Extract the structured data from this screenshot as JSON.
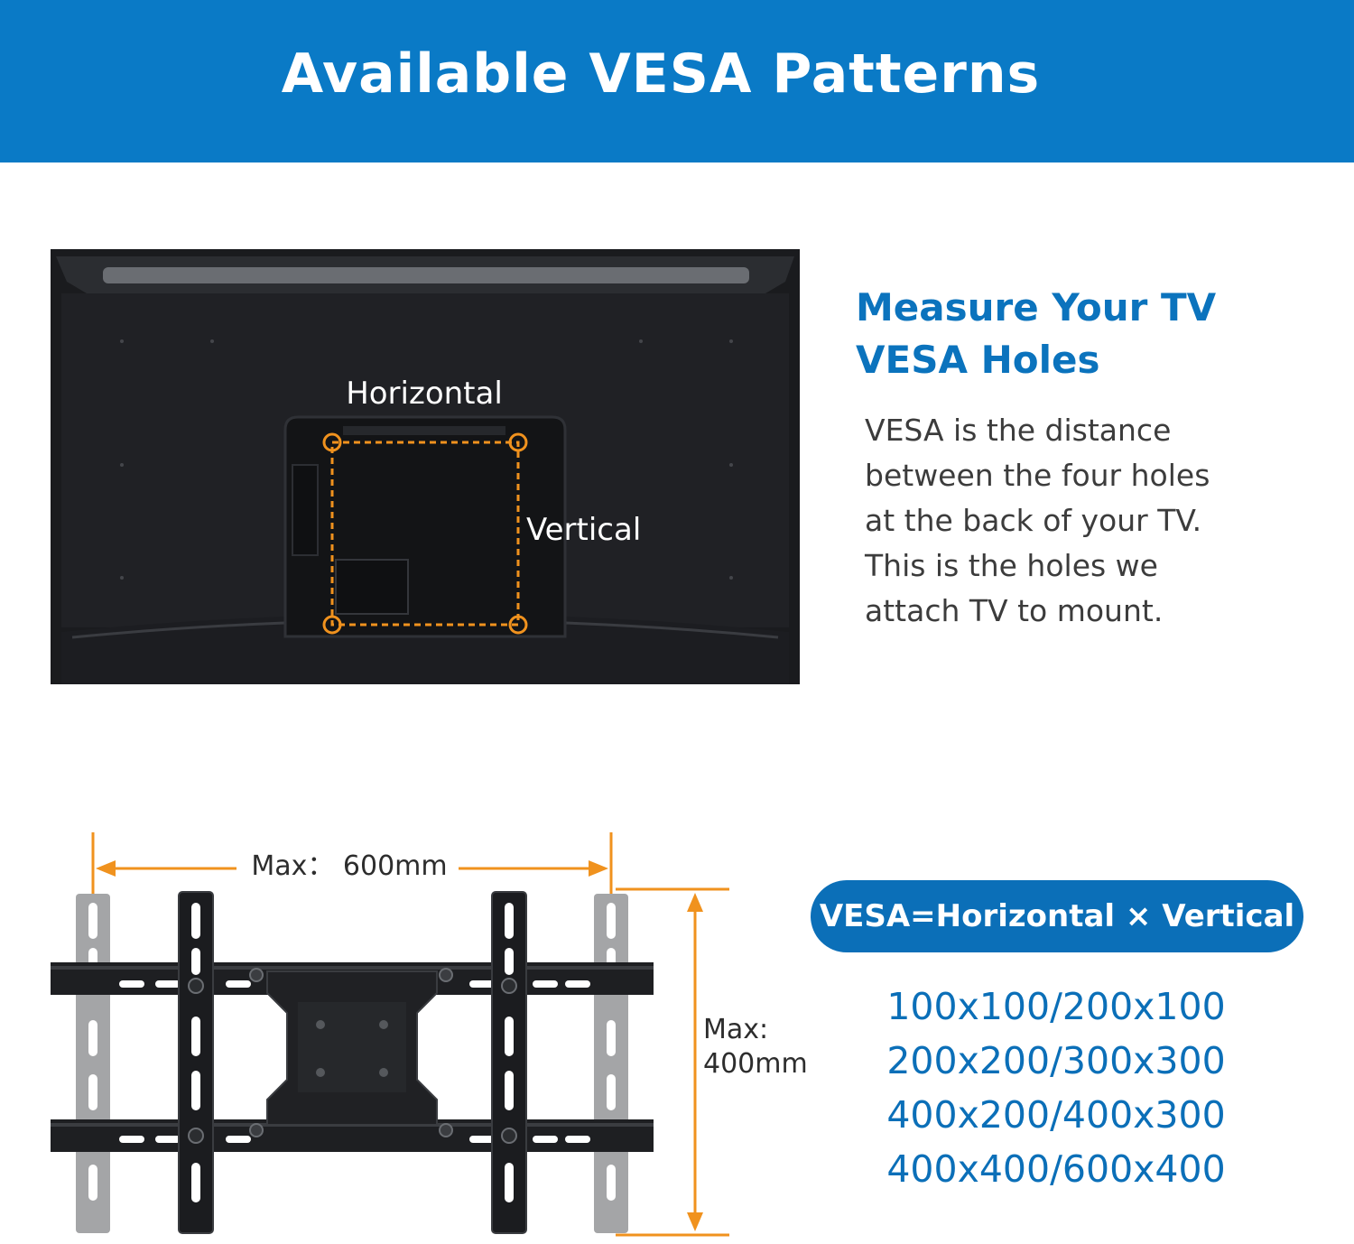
{
  "header": {
    "title": "Available VESA Patterns"
  },
  "tv_diagram": {
    "horizontal_label": "Horizontal",
    "vertical_label": "Vertical"
  },
  "measure": {
    "title_line1": "Measure Your TV",
    "title_line2": "VESA Holes",
    "body_lines": [
      "VESA is the distance",
      "between the four holes",
      "at the back of your TV.",
      "This is the holes we",
      "attach TV to mount."
    ]
  },
  "mount_diagram": {
    "max_width_label": "Max： 600mm",
    "max_height_label_line1": "Max:",
    "max_height_label_line2": "400mm"
  },
  "vesa_formula": "VESA=Horizontal × Vertical",
  "patterns": [
    "100x100/200x100",
    "200x200/300x300",
    "400x200/400x300",
    "400x400/600x400"
  ],
  "colors": {
    "banner": "#0a7ac6",
    "accent_blue": "#0b6fb8",
    "orange": "#f0921e",
    "tv_body": "#1c1d20"
  }
}
